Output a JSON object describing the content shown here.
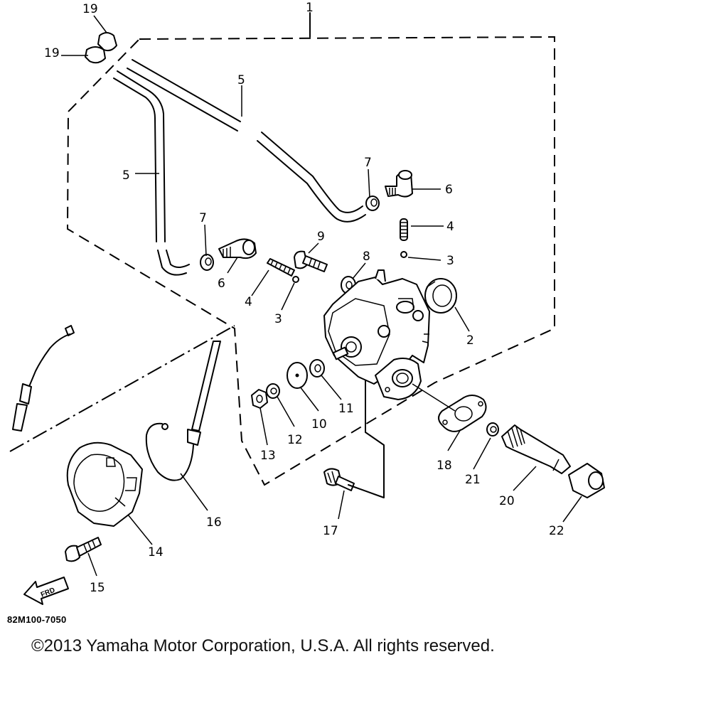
{
  "callouts": {
    "c1": "1",
    "c2": "2",
    "c3a": "3",
    "c3b": "3",
    "c4a": "4",
    "c4b": "4",
    "c5a": "5",
    "c5b": "5",
    "c6a": "6",
    "c6b": "6",
    "c7a": "7",
    "c7b": "7",
    "c8": "8",
    "c9": "9",
    "c10": "10",
    "c11": "11",
    "c12": "12",
    "c13": "13",
    "c14": "14",
    "c15": "15",
    "c16": "16",
    "c17": "17",
    "c18": "18",
    "c19a": "19",
    "c19b": "19",
    "c20": "20",
    "c21": "21",
    "c22": "22"
  },
  "front_marker": "FRD",
  "diagram_code": "82M100-7050",
  "copyright": "©2013 Yamaha Motor Corporation, U.S.A. All rights reserved."
}
